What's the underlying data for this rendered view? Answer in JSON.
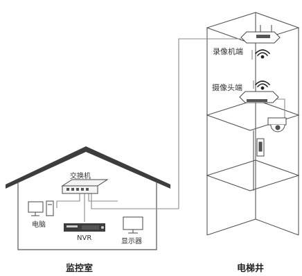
{
  "labels": {
    "switch": "交换机",
    "pc": "电脑",
    "nvr": "NVR",
    "monitor": "显示器",
    "recorder_end": "录像机端",
    "camera_end": "摄像头端",
    "control_room": "监控室",
    "elevator_shaft": "电梯井"
  },
  "icons": {
    "wifi": "wifi-icon"
  },
  "colors": {
    "line": "#444444",
    "roof": "#3d3d3d",
    "cable": "#8a8a8a",
    "device": "#555555"
  }
}
